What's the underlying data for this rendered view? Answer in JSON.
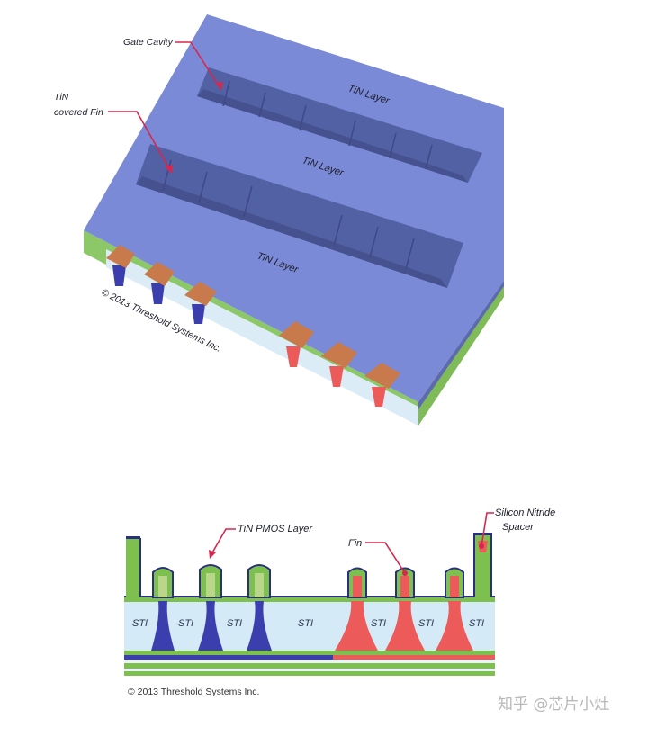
{
  "top": {
    "labels": {
      "gate_cavity": "Gate Cavity",
      "tin_fin_line1": "TiN",
      "tin_fin_line2": "covered Fin",
      "tin_layer_1": "TiN Layer",
      "tin_layer_2": "TiN Layer",
      "tin_layer_3": "TiN Layer"
    },
    "copyright": "© 2013 Threshold Systems Inc."
  },
  "bottom": {
    "labels": {
      "tin_pmos_layer": "TiN PMOS Layer",
      "fin": "Fin",
      "spacer_line1": "Silicon Nitride",
      "spacer_line2": "Spacer"
    },
    "sti_labels": [
      "STI",
      "STI",
      "STI",
      "STI",
      "STI",
      "STI",
      "STI"
    ],
    "copyright": "© 2013 Threshold Systems Inc."
  },
  "watermark": "知乎 @芯片小灶",
  "colors": {
    "tin_blue": "#7a8ad6",
    "tin_side": "#6a74b8",
    "pmos_purple": "#3b3fae",
    "nmos_red": "#ec5a5a",
    "fin_copper": "#c97a4d",
    "sti_fill": "#d4eaf7",
    "green_nitride": "#7ec04f",
    "callout_red": "#d8264d"
  }
}
